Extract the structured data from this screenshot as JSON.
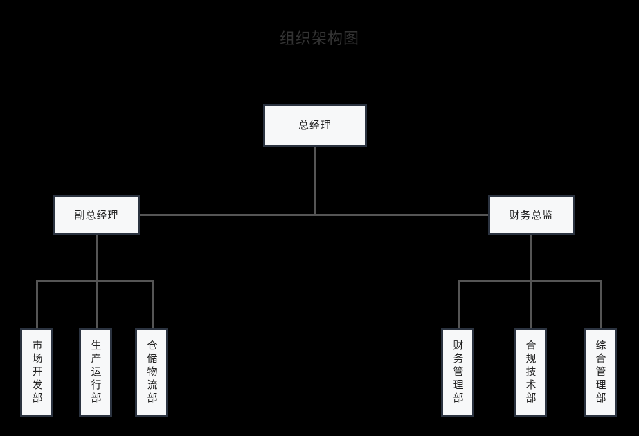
{
  "title": "组织架构图",
  "theme": {
    "background": "#000000",
    "title_color": "#333333",
    "node_fill": "#f7f8f9",
    "node_border": "#2b3340",
    "node_text": "#222222",
    "connector_color": "#555555"
  },
  "org": {
    "root": {
      "label": "总经理"
    },
    "level2": [
      {
        "label": "副总经理"
      },
      {
        "label": "财务总监"
      }
    ],
    "left_children": [
      {
        "label": "市场开发部"
      },
      {
        "label": "生产运行部"
      },
      {
        "label": "仓储物流部"
      }
    ],
    "right_children": [
      {
        "label": "财务管理部"
      },
      {
        "label": "合规技术部"
      },
      {
        "label": "综合管理部"
      }
    ]
  }
}
